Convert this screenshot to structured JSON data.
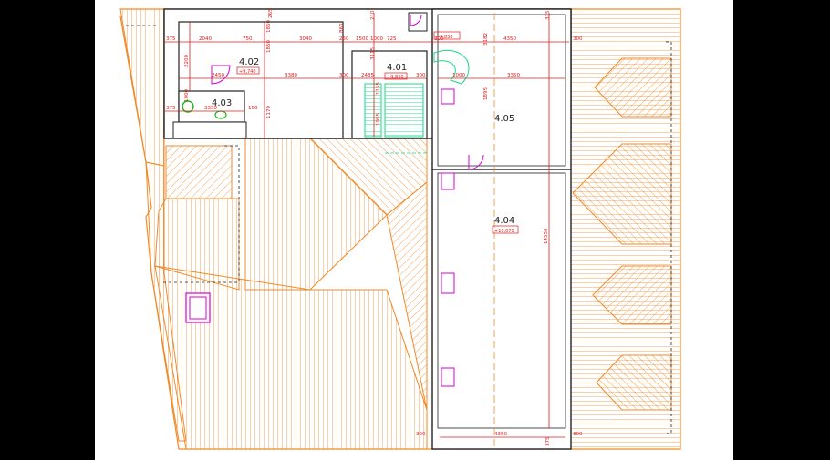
{
  "plan": {
    "colors": {
      "background": "#000000",
      "sheet": "#ffffff",
      "roof": "#f08a28",
      "wall": "#222222",
      "dimension": "#e01b1b",
      "stairs": "#19d98a",
      "furniture": "#d400d4",
      "fixture": "#18b818",
      "axis": "#f08a28"
    },
    "rooms": [
      {
        "id": "4.01",
        "label": "4.01",
        "level": "+9,830"
      },
      {
        "id": "4.02",
        "label": "4.02",
        "level": "+9,740"
      },
      {
        "id": "4.03",
        "label": "4.03",
        "level": ""
      },
      {
        "id": "4.04",
        "label": "4.04",
        "level": "+10,070"
      },
      {
        "id": "4.05",
        "label": "4.05",
        "level": ""
      }
    ],
    "stair_level": "+9,830",
    "dimensions": {
      "top_row": [
        "375",
        "2040",
        "750",
        "3040",
        "250",
        "1500",
        "1000",
        "725",
        "300",
        "4350",
        "300"
      ],
      "second_row": [
        "2450",
        "3380",
        "300",
        "2485",
        "300",
        "1000",
        "3350"
      ],
      "third_row": [
        "375",
        "3350",
        "100"
      ],
      "verticals": [
        "2200",
        "1000",
        "1170",
        "1850",
        "3115",
        "3182",
        "1155",
        "1955",
        "14550",
        "1895",
        "1850",
        "375"
      ],
      "bottom_row": [
        "300",
        "4350",
        "300"
      ],
      "small": [
        "265",
        "210",
        "375",
        "860"
      ]
    }
  }
}
